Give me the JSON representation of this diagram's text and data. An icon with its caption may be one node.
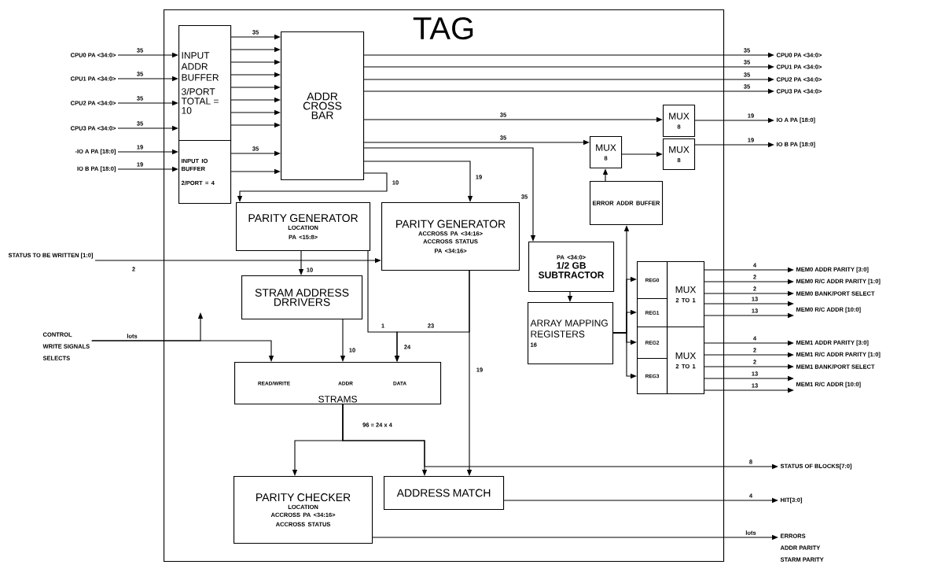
{
  "diagram": {
    "nodes": [
      {
        "text": [
          "TAG"
        ]
      },
      {
        "text": [
          "INPUT ADDR BUFFER",
          "3/PORT TOTAL = 10"
        ],
        "in": 0
      },
      {
        "text": [
          "INPUT IO BUFFER",
          "2/PORT = 4"
        ],
        "in": 0
      },
      {
        "text": [
          "ADDR CROSS BAR"
        ],
        "in": 0
      },
      {
        "text": [
          "PARITY GENERATOR",
          "LOCATION",
          "PA <15:8>"
        ],
        "in": 0
      },
      {
        "text": [
          "PARITY GENERATOR",
          "ACCROSS PA <34:16>",
          "ACCROSS STATUS",
          "PA <34:16>"
        ],
        "in": 0
      },
      {
        "text": [
          "STRAM ADDRESS DRRIVERS"
        ],
        "in": 0
      },
      {
        "text": [
          "READ/WRITE",
          "ADDR",
          "DATA",
          "STRAMS"
        ],
        "in": 0
      },
      {
        "text": [
          "PARITY CHECKER",
          "LOCATION",
          "ACCROSS PA <34:16>",
          "ACCROSS STATUS"
        ],
        "in": 0
      },
      {
        "text": [
          "ADDRESS MATCH"
        ],
        "in": 0
      },
      {
        "text": [
          "MUX",
          "8"
        ],
        "in": 0
      },
      {
        "text": [
          "MUX",
          "8"
        ],
        "in": 0
      },
      {
        "text": [
          "MUX",
          "8"
        ],
        "in": 0
      },
      {
        "text": [
          "ERROR ADDR BUFFER"
        ],
        "in": 0
      },
      {
        "text": [
          "PA <34:0>",
          "1/2 GB SUBTRACTOR"
        ],
        "in": 0
      },
      {
        "text": [
          "ARRAY MAPPING REGISTERS",
          "16"
        ],
        "in": 0
      },
      {
        "text": [
          "REG0"
        ],
        "in": 0
      },
      {
        "text": [
          "REG1"
        ],
        "in": 0
      },
      {
        "text": [
          "REG2"
        ],
        "in": 0
      },
      {
        "text": [
          "REG3"
        ],
        "in": 0
      },
      {
        "text": [
          "MUX",
          "2 TO 1"
        ],
        "in": 0
      },
      {
        "text": [
          "MUX",
          "2 TO 1"
        ],
        "in": 0
      },
      {
        "text": [
          "CPU0 PA <34:0>"
        ]
      },
      {
        "text": [
          "CPU1 PA <34:0>"
        ]
      },
      {
        "text": [
          "CPU2 PA <34:0>"
        ]
      },
      {
        "text": [
          "CPU3 PA <34:0>"
        ]
      },
      {
        "text": [
          "-IO A PA [18:0]"
        ]
      },
      {
        "text": [
          "IO B PA [18:0]"
        ]
      },
      {
        "text": [
          "STATUS TO BE WRITTEN [1:0]"
        ]
      },
      {
        "text": [
          "CONTROL",
          "WRITE SIGNALS",
          "SELECTS"
        ]
      },
      {
        "text": [
          "CPU0 PA <34:0>"
        ]
      },
      {
        "text": [
          "CPU1 PA <34:0>"
        ]
      },
      {
        "text": [
          "CPU2 PA <34:0>"
        ]
      },
      {
        "text": [
          "CPU3 PA <34:0>"
        ]
      },
      {
        "text": [
          "IO A PA [18:0]"
        ]
      },
      {
        "text": [
          "IO B PA [18:0]"
        ]
      },
      {
        "text": [
          "MEM0 ADDR PARITY [3:0]"
        ]
      },
      {
        "text": [
          "MEM0 R/C ADDR PARITY [1:0]"
        ]
      },
      {
        "text": [
          "MEM0 BANK/PORT SELECT"
        ]
      },
      {
        "text": [
          "MEM0 R/C ADDR [10:0]"
        ]
      },
      {
        "text": [
          "MEM1 ADDR PARITY [3:0]"
        ]
      },
      {
        "text": [
          "MEM1 R/C ADDR PARITY [1:0]"
        ]
      },
      {
        "text": [
          "MEM1 BANK/PORT SELECT"
        ]
      },
      {
        "text": [
          "MEM1 R/C ADDR [10:0]"
        ]
      },
      {
        "text": [
          "STATUS OF BLOCKS[7:0]"
        ]
      },
      {
        "text": [
          "HIT[3:0]"
        ]
      },
      {
        "text": [
          "ERRORS",
          "ADDR PARITY",
          "STARM PARITY"
        ]
      }
    ],
    "edges": [
      {
        "from": 22,
        "to": 1,
        "arrow": "to",
        "label": "35"
      },
      {
        "from": 23,
        "to": 1,
        "arrow": "to",
        "label": "35"
      },
      {
        "from": 24,
        "to": 1,
        "arrow": "to",
        "label": "35"
      },
      {
        "from": 25,
        "to": 1,
        "arrow": "to",
        "label": "35"
      },
      {
        "from": 26,
        "to": 2,
        "arrow": "to",
        "label": "19"
      },
      {
        "from": 27,
        "to": 2,
        "arrow": "to",
        "label": "19"
      },
      {
        "from": 1,
        "to": 3,
        "arrow": "to",
        "label": "35"
      },
      {
        "from": 1,
        "to": 3,
        "arrow": "to"
      },
      {
        "from": 1,
        "to": 3,
        "arrow": "to"
      },
      {
        "from": 1,
        "to": 3,
        "arrow": "to"
      },
      {
        "from": 1,
        "to": 3,
        "arrow": "to"
      },
      {
        "from": 1,
        "to": 3,
        "arrow": "to"
      },
      {
        "from": 1,
        "to": 3,
        "arrow": "to"
      },
      {
        "from": 1,
        "to": 3,
        "arrow": "to"
      },
      {
        "from": 2,
        "to": 3,
        "arrow": "to",
        "label": "35"
      },
      {
        "from": 2,
        "to": 3,
        "arrow": "to"
      },
      {
        "from": 3,
        "to": 30,
        "arrow": "to",
        "label": "35"
      },
      {
        "from": 3,
        "to": 31,
        "arrow": "to",
        "label": "35"
      },
      {
        "from": 3,
        "to": 32,
        "arrow": "to",
        "label": "35"
      },
      {
        "from": 3,
        "to": 33,
        "arrow": "to",
        "label": "35"
      },
      {
        "from": 3,
        "to": 11,
        "arrow": "to",
        "label": "35"
      },
      {
        "from": 3,
        "to": 10,
        "arrow": "to",
        "label": "35"
      },
      {
        "from": 10,
        "to": 12,
        "arrow": "to"
      },
      {
        "from": 11,
        "to": 34,
        "arrow": "to",
        "label": "19"
      },
      {
        "from": 12,
        "to": 35,
        "arrow": "to",
        "label": "19"
      },
      {
        "from": 13,
        "to": 10,
        "arrow": "to"
      },
      {
        "from": 3,
        "to": 14,
        "arrow": "to",
        "label": "35"
      },
      {
        "from": 3,
        "to": 5,
        "arrow": "to",
        "label": "19"
      },
      {
        "from": 3,
        "to": 4,
        "arrow": "to",
        "label": "10"
      },
      {
        "from": 4,
        "to": 6,
        "arrow": "to",
        "label": "10"
      },
      {
        "from": 28,
        "to": 5,
        "arrow": "to",
        "label": "2"
      },
      {
        "from": 4,
        "to": 7,
        "arrow": "to",
        "label": "1"
      },
      {
        "from": 5,
        "to": 7,
        "arrow": "to",
        "label": "23"
      },
      {
        "from": 5,
        "to": 9,
        "arrow": "to",
        "label": "19"
      },
      {
        "from": 6,
        "to": 7,
        "arrow": "to",
        "label": "10"
      },
      {
        "from": 29,
        "to": 7,
        "arrow": "to",
        "label": "lots"
      },
      {
        "from": 29,
        "to": null,
        "arrow": "to"
      },
      {
        "from": 7,
        "to": 8,
        "arrow": "to",
        "label": "96 = 24 x 4"
      },
      {
        "from": 7,
        "to": 9,
        "arrow": "to"
      },
      {
        "from": 7,
        "to": 44,
        "arrow": "to",
        "label": "8"
      },
      {
        "from": 9,
        "to": 45,
        "arrow": "to",
        "label": "4"
      },
      {
        "from": 8,
        "to": 46,
        "arrow": "to",
        "label": "lots"
      },
      {
        "from": 14,
        "to": 15,
        "arrow": "to"
      },
      {
        "from": 15,
        "to": 13,
        "arrow": "to"
      },
      {
        "from": 15,
        "to": 16,
        "arrow": "to"
      },
      {
        "from": 15,
        "to": 17,
        "arrow": "to"
      },
      {
        "from": 15,
        "to": 18,
        "arrow": "to"
      },
      {
        "from": 15,
        "to": 19,
        "arrow": "to"
      },
      {
        "from": 20,
        "to": 36,
        "arrow": "to",
        "label": "4"
      },
      {
        "from": 20,
        "to": 37,
        "arrow": "to",
        "label": "2"
      },
      {
        "from": 20,
        "to": 38,
        "arrow": "to",
        "label": "2"
      },
      {
        "from": 20,
        "to": 39,
        "arrow": "to",
        "label": "13"
      },
      {
        "from": 20,
        "to": 39,
        "arrow": "to",
        "label": "13"
      },
      {
        "from": 21,
        "to": 40,
        "arrow": "to",
        "label": "4"
      },
      {
        "from": 21,
        "to": 41,
        "arrow": "to",
        "label": "2"
      },
      {
        "from": 21,
        "to": 42,
        "arrow": "to",
        "label": "2"
      },
      {
        "from": 21,
        "to": 43,
        "arrow": "to",
        "label": "13"
      },
      {
        "from": 21,
        "to": 43,
        "arrow": "to",
        "label": "13"
      }
    ],
    "labels": [
      "24"
    ]
  }
}
